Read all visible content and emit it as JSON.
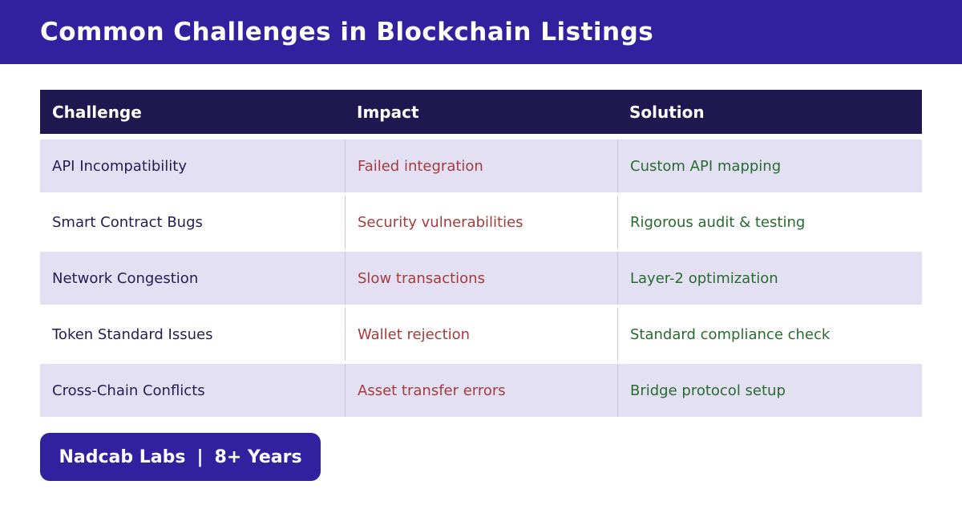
{
  "header": {
    "title": "Common Challenges in Blockchain Listings"
  },
  "table": {
    "columns": [
      "Challenge",
      "Impact",
      "Solution"
    ],
    "rows": [
      {
        "challenge": "API Incompatibility",
        "impact": "Failed integration",
        "solution": "Custom API mapping"
      },
      {
        "challenge": "Smart Contract Bugs",
        "impact": "Security vulnerabilities",
        "solution": "Rigorous audit & testing"
      },
      {
        "challenge": "Network Congestion",
        "impact": "Slow transactions",
        "solution": "Layer-2 optimization"
      },
      {
        "challenge": "Token Standard Issues",
        "impact": "Wallet rejection",
        "solution": "Standard compliance check"
      },
      {
        "challenge": "Cross-Chain Conflicts",
        "impact": "Asset transfer errors",
        "solution": "Bridge protocol setup"
      }
    ]
  },
  "footer": {
    "badge": {
      "left": "Nadcab Labs",
      "divider": "|",
      "right": "8+ Years"
    }
  },
  "colors": {
    "accent_indigo": "#32219E",
    "table_header_navy": "#1F1850",
    "row_lavender": "#E4E0F3",
    "row_white": "#FFFFFF",
    "challenge_text": "#231C55",
    "impact_text": "#A43C3C",
    "solution_text": "#276B2F"
  },
  "chart_data": {
    "type": "table",
    "title": "Common Challenges in Blockchain Listings",
    "columns": [
      "Challenge",
      "Impact",
      "Solution"
    ],
    "rows": [
      [
        "API Incompatibility",
        "Failed integration",
        "Custom API mapping"
      ],
      [
        "Smart Contract Bugs",
        "Security vulnerabilities",
        "Rigorous audit & testing"
      ],
      [
        "Network Congestion",
        "Slow transactions",
        "Layer-2 optimization"
      ],
      [
        "Token Standard Issues",
        "Wallet rejection",
        "Standard compliance check"
      ],
      [
        "Cross-Chain Conflicts",
        "Asset transfer errors",
        "Bridge protocol setup"
      ]
    ],
    "layout_hints": {
      "zebra_striping": true,
      "column_text_colors": [
        "#231C55",
        "#A43C3C",
        "#276B2F"
      ],
      "header_background": "#1F1850"
    }
  }
}
